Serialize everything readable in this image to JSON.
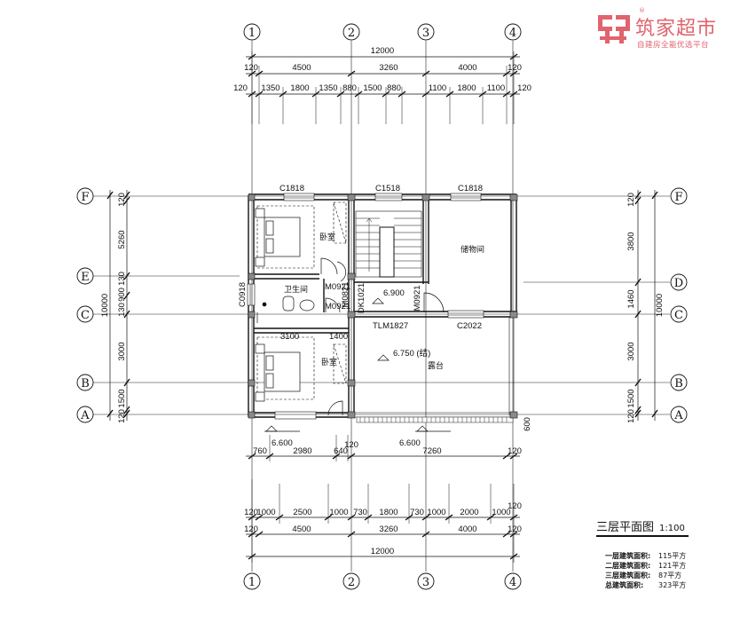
{
  "brand": {
    "name": "筑家超市",
    "slogan": "自建房全能优选平台",
    "registered": "®",
    "color": "#e0646e"
  },
  "axes": {
    "vertical": [
      "1",
      "2",
      "3",
      "4"
    ],
    "horizontal_left": [
      "F",
      "E",
      "C",
      "B",
      "A"
    ],
    "horizontal_right": [
      "F",
      "D",
      "C",
      "B",
      "A"
    ]
  },
  "dims": {
    "top_total": "12000",
    "top_main": [
      "120",
      "4500",
      "3260",
      "4000",
      "120"
    ],
    "top_detail": [
      "120",
      "1350",
      "1800",
      "1350",
      "880",
      "1500",
      "880",
      "1100",
      "1800",
      "1100",
      "120"
    ],
    "bottom_total": "12000",
    "bottom_main": [
      "120",
      "4500",
      "3260",
      "4000",
      "120"
    ],
    "bottom_detail": [
      "120",
      "1000",
      "2500",
      "1000",
      "730",
      "1800",
      "730",
      "1000",
      "2000",
      "1000",
      "120"
    ],
    "bottom_near": [
      "760",
      "2980",
      "640",
      "120",
      "7260",
      "120"
    ],
    "left_total": "10000",
    "left": [
      "120",
      "5260",
      "130",
      "900",
      "130",
      "3000",
      "1500",
      "120"
    ],
    "right_total": "10000",
    "right": [
      "120",
      "3800",
      "1460",
      "3000",
      "1500",
      "120"
    ],
    "inner": [
      "3100",
      "1400"
    ]
  },
  "windows": [
    "C1818",
    "C1518",
    "C1818",
    "C0918",
    "C2022"
  ],
  "doors": [
    "M0921",
    "M0921",
    "M0921",
    "M0821",
    "DK1021",
    "TLM1827"
  ],
  "rooms": {
    "bedroom_top": "卧室",
    "bedroom_bottom": "卧室",
    "bathroom": "卫生间",
    "storage": "储物间",
    "terrace": "露台"
  },
  "levels": [
    "6.900",
    "6.750 (结)",
    "6.600",
    "6.600"
  ],
  "side_dims": [
    "600"
  ],
  "legend": {
    "title": "三层平面图",
    "scale": "1:100",
    "rows": [
      {
        "k": "一层建筑面积:",
        "v": "115平方"
      },
      {
        "k": "二层建筑面积:",
        "v": "121平方"
      },
      {
        "k": "三层建筑面积:",
        "v": "87平方"
      },
      {
        "k": "总建筑面积:",
        "v": "323平方"
      }
    ]
  }
}
